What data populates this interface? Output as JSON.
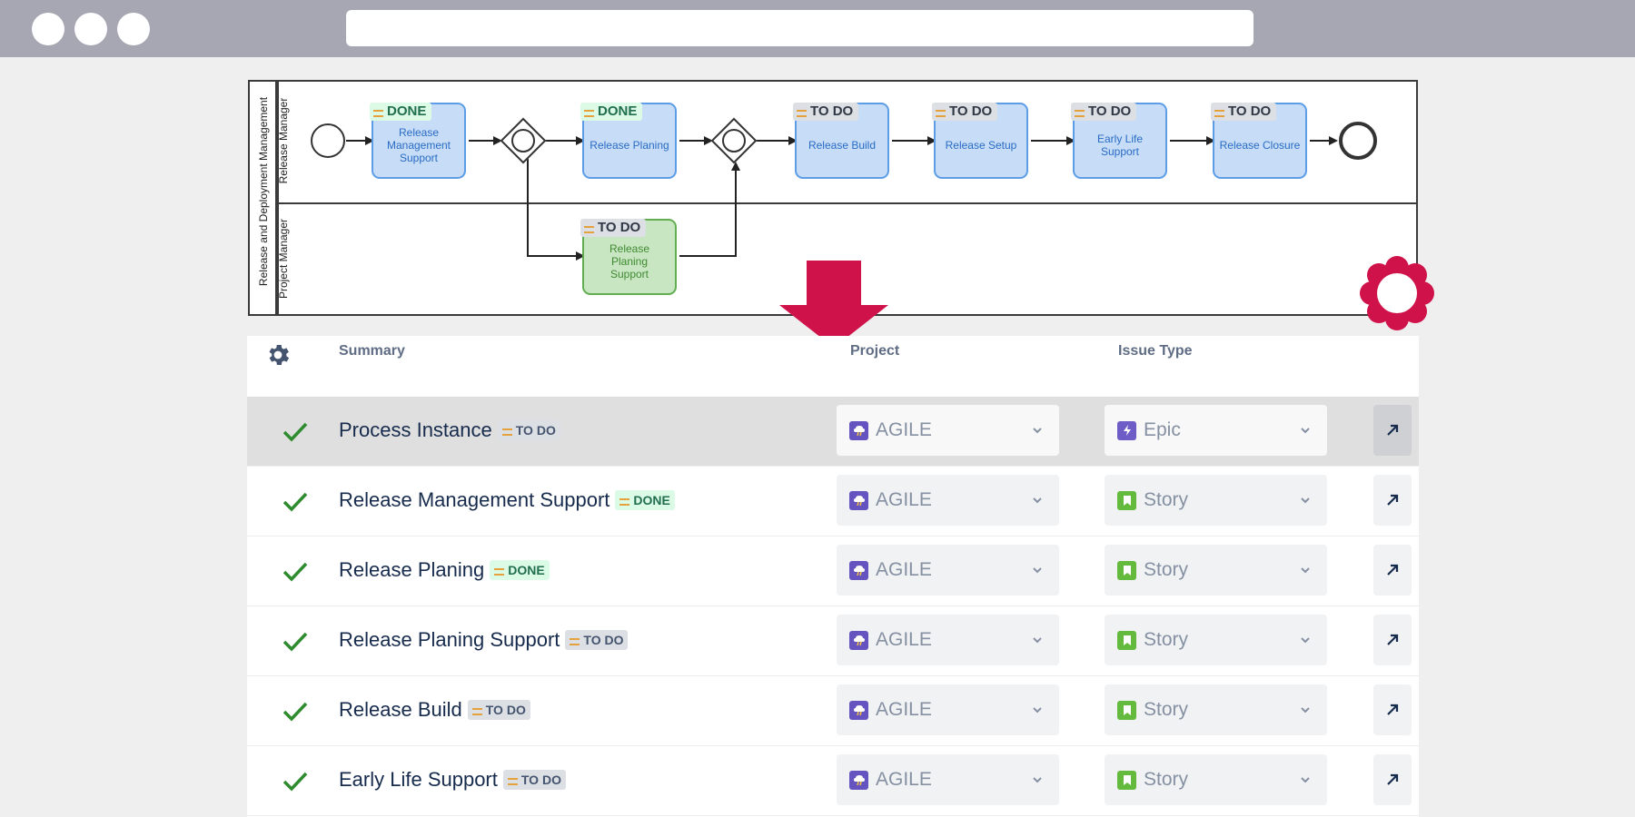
{
  "diagram": {
    "pool_label": "Release and Deployment Management",
    "lanes": [
      "Release Manager",
      "Project Manager"
    ],
    "tasks": [
      {
        "label": "Release Management Support",
        "status": "DONE"
      },
      {
        "label": "Release Planing",
        "status": "DONE"
      },
      {
        "label": "Release Build",
        "status": "TO DO"
      },
      {
        "label": "Release Setup",
        "status": "TO DO"
      },
      {
        "label": "Early Life Support",
        "status": "TO DO"
      },
      {
        "label": "Release Closure",
        "status": "TO DO"
      },
      {
        "label": "Release Planing Support",
        "status": "TO DO"
      }
    ]
  },
  "table": {
    "headers": {
      "summary": "Summary",
      "project": "Project",
      "issue_type": "Issue Type"
    },
    "rows": [
      {
        "summary": "Process Instance",
        "status": "TO DO",
        "project": "AGILE",
        "issue_type": "Epic"
      },
      {
        "summary": "Release Management Support",
        "status": "DONE",
        "project": "AGILE",
        "issue_type": "Story"
      },
      {
        "summary": "Release Planing",
        "status": "DONE",
        "project": "AGILE",
        "issue_type": "Story"
      },
      {
        "summary": "Release Planing Support",
        "status": "TO DO",
        "project": "AGILE",
        "issue_type": "Story"
      },
      {
        "summary": "Release Build",
        "status": "TO DO",
        "project": "AGILE",
        "issue_type": "Story"
      },
      {
        "summary": "Early Life Support",
        "status": "TO DO",
        "project": "AGILE",
        "issue_type": "Story"
      }
    ]
  },
  "colors": {
    "accent_arrow": "#d0124a",
    "task_blue": "#c6dcf7",
    "task_green": "#c8e6c2",
    "check_green": "#2e8b2e"
  },
  "icons": [
    "gear-icon",
    "check-icon",
    "chevron-down-icon",
    "open-external-icon",
    "flower-icon",
    "arrow-down-icon",
    "agile-project-icon",
    "epic-icon",
    "story-icon"
  ]
}
